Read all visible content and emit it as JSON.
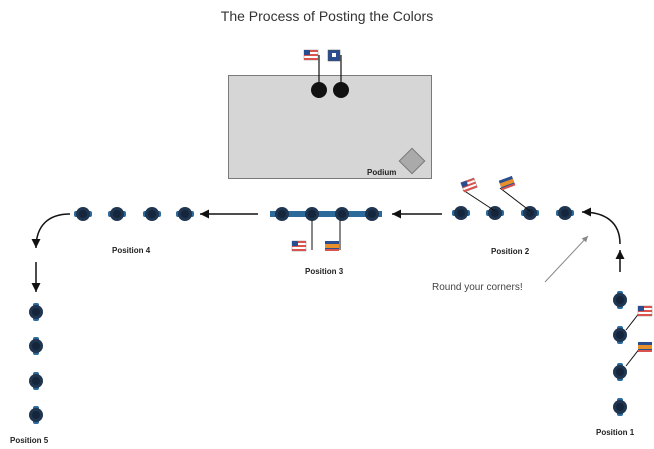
{
  "title": "The Process of Posting the Colors",
  "podium_label": "Podium",
  "positions": {
    "p1": "Position 1",
    "p2": "Position 2",
    "p3": "Position 3",
    "p4": "Position 4",
    "p5": "Position 5"
  },
  "note": "Round your corners!",
  "colors": {
    "figure": "#1f3550",
    "figure_dark": "#0f1e30",
    "flag_red": "#d9534f",
    "flag_blue": "#2a4d8f",
    "flag_orange": "#e8902a"
  }
}
